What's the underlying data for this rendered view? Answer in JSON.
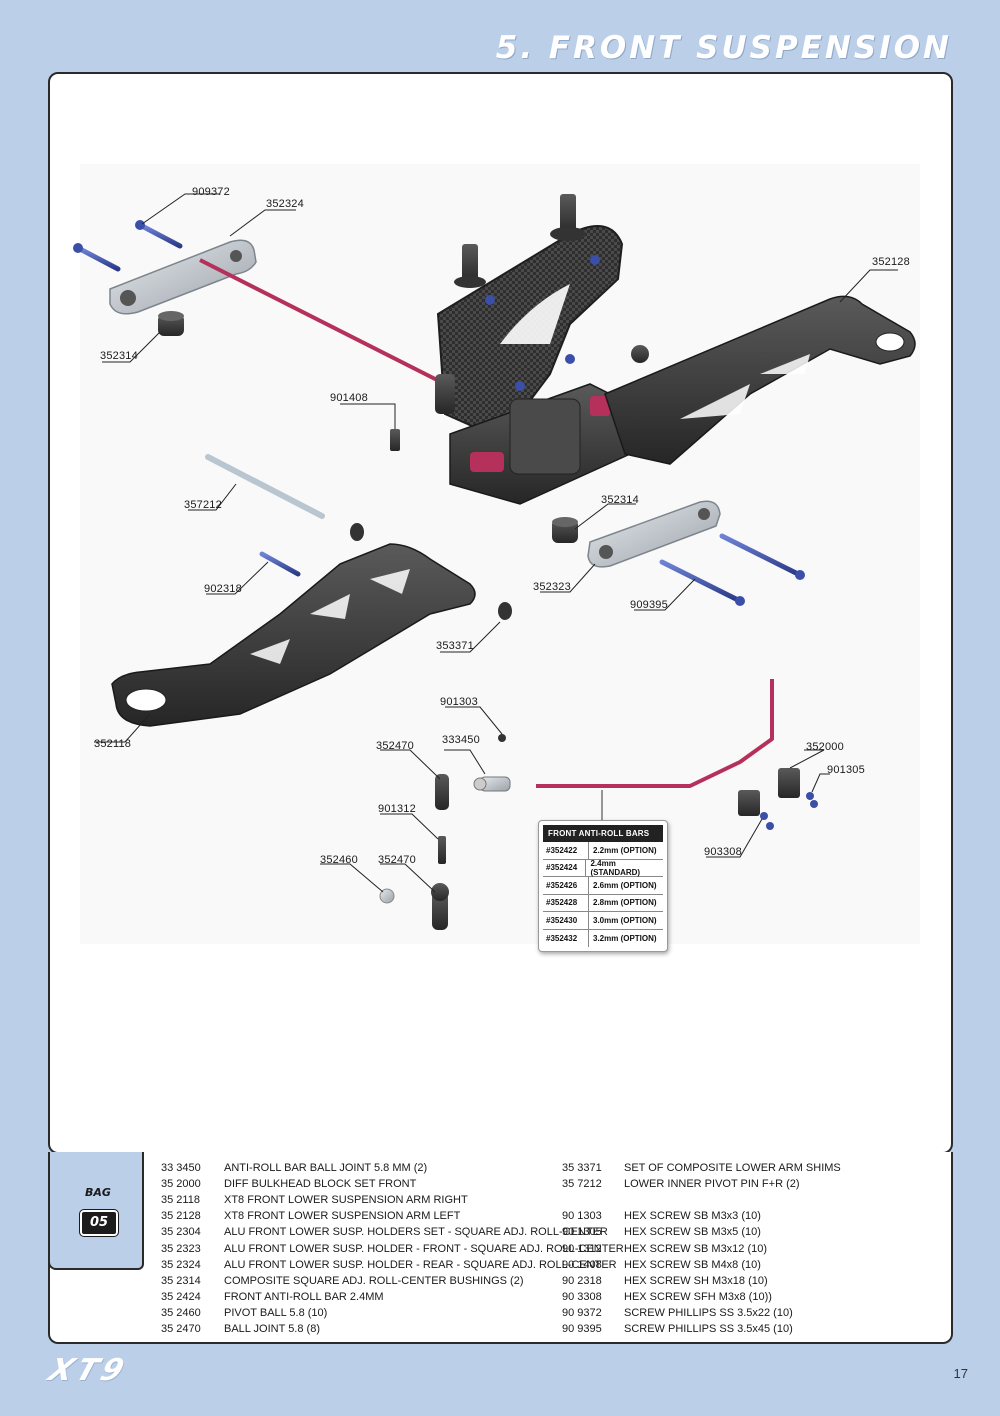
{
  "header": {
    "title": "5. FRONT SUSPENSION"
  },
  "callouts": [
    {
      "id": "c1",
      "text": "909372"
    },
    {
      "id": "c2",
      "text": "352324"
    },
    {
      "id": "c3",
      "text": "352314"
    },
    {
      "id": "c4",
      "text": "352128"
    },
    {
      "id": "c5",
      "text": "901408"
    },
    {
      "id": "c6",
      "text": "357212"
    },
    {
      "id": "c7",
      "text": "352314"
    },
    {
      "id": "c8",
      "text": "902318"
    },
    {
      "id": "c9",
      "text": "352323"
    },
    {
      "id": "c10",
      "text": "909395"
    },
    {
      "id": "c11",
      "text": "353371"
    },
    {
      "id": "c12",
      "text": "901303"
    },
    {
      "id": "c13",
      "text": "352118"
    },
    {
      "id": "c14",
      "text": "352470"
    },
    {
      "id": "c15",
      "text": "333450"
    },
    {
      "id": "c16",
      "text": "352000"
    },
    {
      "id": "c17",
      "text": "901305"
    },
    {
      "id": "c18",
      "text": "901312"
    },
    {
      "id": "c19",
      "text": "903308"
    },
    {
      "id": "c20",
      "text": "352460"
    },
    {
      "id": "c21",
      "text": "352470"
    }
  ],
  "anti_roll_table": {
    "title": "FRONT ANTI-ROLL BARS",
    "rows": [
      {
        "code": "#352422",
        "desc": "2.2mm (OPTION)"
      },
      {
        "code": "#352424",
        "desc": "2.4mm (STANDARD)"
      },
      {
        "code": "#352426",
        "desc": "2.6mm (OPTION)"
      },
      {
        "code": "#352428",
        "desc": "2.8mm (OPTION)"
      },
      {
        "code": "#352430",
        "desc": "3.0mm (OPTION)"
      },
      {
        "code": "#352432",
        "desc": "3.2mm (OPTION)"
      }
    ]
  },
  "bag": {
    "label": "BAG",
    "number": "05"
  },
  "parts_left": [
    {
      "no": "33 3450",
      "desc": "ANTI-ROLL BAR BALL JOINT 5.8 MM (2)"
    },
    {
      "no": "35 2000",
      "desc": "DIFF BULKHEAD BLOCK SET FRONT"
    },
    {
      "no": "35 2118",
      "desc": "XT8 FRONT LOWER SUSPENSION ARM RIGHT"
    },
    {
      "no": "35 2128",
      "desc": "XT8 FRONT LOWER SUSPENSION ARM LEFT"
    },
    {
      "no": "35 2304",
      "desc": "ALU FRONT LOWER SUSP. HOLDERS SET - SQUARE ADJ. ROLL-CENTER"
    },
    {
      "no": "35 2323",
      "desc": "ALU FRONT LOWER SUSP. HOLDER - FRONT - SQUARE ADJ. ROLL-CENTER"
    },
    {
      "no": "35 2324",
      "desc": "ALU FRONT LOWER SUSP. HOLDER - REAR - SQUARE ADJ. ROLL-CENTER"
    },
    {
      "no": "35 2314",
      "desc": "COMPOSITE SQUARE ADJ. ROLL-CENTER BUSHINGS (2)"
    },
    {
      "no": "35 2424",
      "desc": "FRONT ANTI-ROLL BAR 2.4MM"
    },
    {
      "no": "35 2460",
      "desc": "PIVOT BALL 5.8 (10)"
    },
    {
      "no": "35 2470",
      "desc": "BALL JOINT 5.8 (8)"
    }
  ],
  "parts_right": [
    {
      "no": "35 3371",
      "desc": "SET OF COMPOSITE LOWER ARM SHIMS"
    },
    {
      "no": "35 7212",
      "desc": "LOWER INNER PIVOT PIN F+R  (2)"
    },
    {
      "no": "",
      "desc": ""
    },
    {
      "no": "90 1303",
      "desc": "HEX SCREW  SB M3x3  (10)"
    },
    {
      "no": "90 1305",
      "desc": "HEX SCREW  SB M3x5  (10)"
    },
    {
      "no": "90 1312",
      "desc": "HEX SCREW  SB M3x12  (10)"
    },
    {
      "no": "90 1408",
      "desc": "HEX SCREW  SB M4x8  (10)"
    },
    {
      "no": "90 2318",
      "desc": "HEX SCREW  SH M3x18  (10)"
    },
    {
      "no": "90 3308",
      "desc": "HEX SCREW  SFH M3x8  (10))"
    },
    {
      "no": "90 9372",
      "desc": "SCREW PHILLIPS SS 3.5x22  (10)"
    },
    {
      "no": "90 9395",
      "desc": "SCREW PHILLIPS SS 3.5x45  (10)"
    }
  ],
  "footer": {
    "logo": "XT9",
    "page_number": "17"
  },
  "colors": {
    "background": "#bccfe9",
    "panel": "#ffffff",
    "part_dark": "#3a3a3a",
    "part_alu": "#c9ced4",
    "screw_blue": "#3b4fa8",
    "rod_red": "#b5305a"
  }
}
